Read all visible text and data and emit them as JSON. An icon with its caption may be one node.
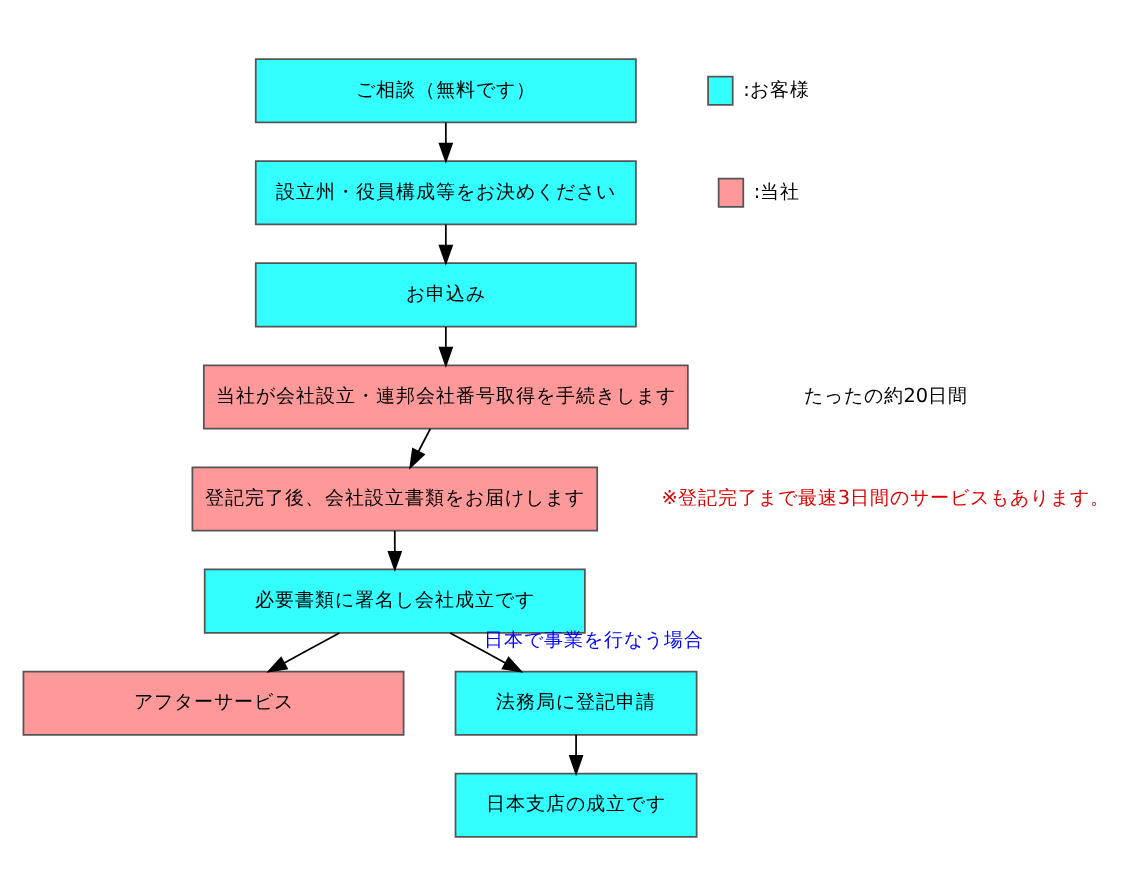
{
  "diagram": {
    "nodes": [
      {
        "text": [
          "ご相談（無料です）"
        ]
      },
      {
        "text": [
          "設立州・役員構成等をお決めください"
        ]
      },
      {
        "text": [
          "お申込み"
        ]
      },
      {
        "text": [
          "当社が会社設立・連邦会社番号取得を手続きします"
        ]
      },
      {
        "text": [
          "登記完了後、会社設立書類をお届けします"
        ]
      },
      {
        "text": [
          "必要書類に署名し会社成立です"
        ]
      },
      {
        "text": [
          "アフターサービス"
        ]
      },
      {
        "text": [
          "法務局に登記申請"
        ]
      },
      {
        "text": [
          "日本支店の成立です"
        ]
      }
    ],
    "edges": [
      {
        "from": 0,
        "to": 1,
        "arrow": "to"
      },
      {
        "from": 1,
        "to": 2,
        "arrow": "to"
      },
      {
        "from": 2,
        "to": 3,
        "arrow": "to"
      },
      {
        "from": 3,
        "to": 4,
        "arrow": "to"
      },
      {
        "from": 4,
        "to": 5,
        "arrow": "to"
      },
      {
        "from": 5,
        "to": 6,
        "arrow": "to"
      },
      {
        "from": 5,
        "to": 7,
        "arrow": "to",
        "label": "日本で事業を行なう場合"
      },
      {
        "from": 7,
        "to": 8,
        "arrow": "to"
      }
    ],
    "labels": [
      "たったの約20日間",
      "※登記完了まで最速3日間のサービスもあります。"
    ],
    "legend": [
      {
        "text": ":お客様",
        "color": "#33ffff"
      },
      {
        "text": ":当社",
        "color": "#ff9999"
      }
    ]
  }
}
